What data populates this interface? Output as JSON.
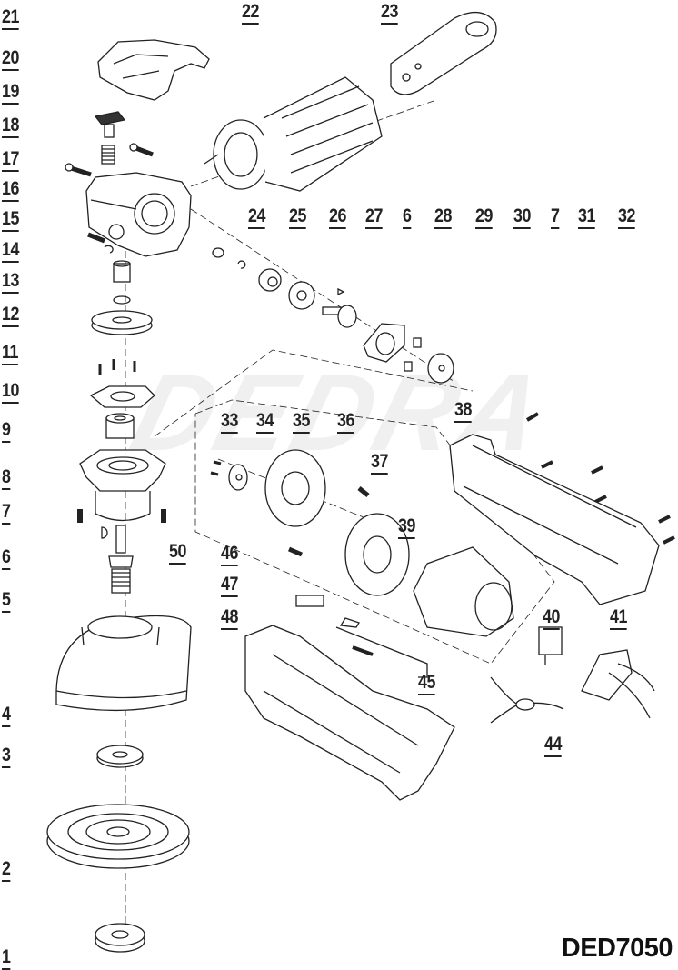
{
  "diagram": {
    "title": "Exploded parts diagram - cordless angle grinder",
    "model_code": "DED7050",
    "watermark": "DEDRA",
    "colors": {
      "line": "#222222",
      "watermark": "#f0f0f0",
      "background": "#ffffff"
    },
    "callouts": [
      {
        "id": "21",
        "label": "21"
      },
      {
        "id": "20",
        "label": "20"
      },
      {
        "id": "19",
        "label": "19"
      },
      {
        "id": "18",
        "label": "18"
      },
      {
        "id": "17",
        "label": "17"
      },
      {
        "id": "16",
        "label": "16"
      },
      {
        "id": "15",
        "label": "15"
      },
      {
        "id": "14",
        "label": "14"
      },
      {
        "id": "13",
        "label": "13"
      },
      {
        "id": "12",
        "label": "12"
      },
      {
        "id": "11",
        "label": "11"
      },
      {
        "id": "10",
        "label": "10"
      },
      {
        "id": "9",
        "label": "9"
      },
      {
        "id": "8",
        "label": "8"
      },
      {
        "id": "7a",
        "label": "7"
      },
      {
        "id": "6a",
        "label": "6"
      },
      {
        "id": "5",
        "label": "5"
      },
      {
        "id": "4",
        "label": "4"
      },
      {
        "id": "3",
        "label": "3"
      },
      {
        "id": "2",
        "label": "2"
      },
      {
        "id": "1",
        "label": "1"
      },
      {
        "id": "22",
        "label": "22"
      },
      {
        "id": "23",
        "label": "23"
      },
      {
        "id": "24",
        "label": "24"
      },
      {
        "id": "25",
        "label": "25"
      },
      {
        "id": "26",
        "label": "26"
      },
      {
        "id": "27",
        "label": "27"
      },
      {
        "id": "6b",
        "label": "6"
      },
      {
        "id": "28",
        "label": "28"
      },
      {
        "id": "29",
        "label": "29"
      },
      {
        "id": "30",
        "label": "30"
      },
      {
        "id": "7b",
        "label": "7"
      },
      {
        "id": "31",
        "label": "31"
      },
      {
        "id": "32",
        "label": "32"
      },
      {
        "id": "33",
        "label": "33"
      },
      {
        "id": "34",
        "label": "34"
      },
      {
        "id": "35",
        "label": "35"
      },
      {
        "id": "36",
        "label": "36"
      },
      {
        "id": "37",
        "label": "37"
      },
      {
        "id": "38",
        "label": "38"
      },
      {
        "id": "39",
        "label": "39"
      },
      {
        "id": "40",
        "label": "40"
      },
      {
        "id": "41",
        "label": "41"
      },
      {
        "id": "44",
        "label": "44"
      },
      {
        "id": "45",
        "label": "45"
      },
      {
        "id": "46",
        "label": "46"
      },
      {
        "id": "47",
        "label": "47"
      },
      {
        "id": "48",
        "label": "48"
      },
      {
        "id": "50",
        "label": "50"
      }
    ]
  }
}
